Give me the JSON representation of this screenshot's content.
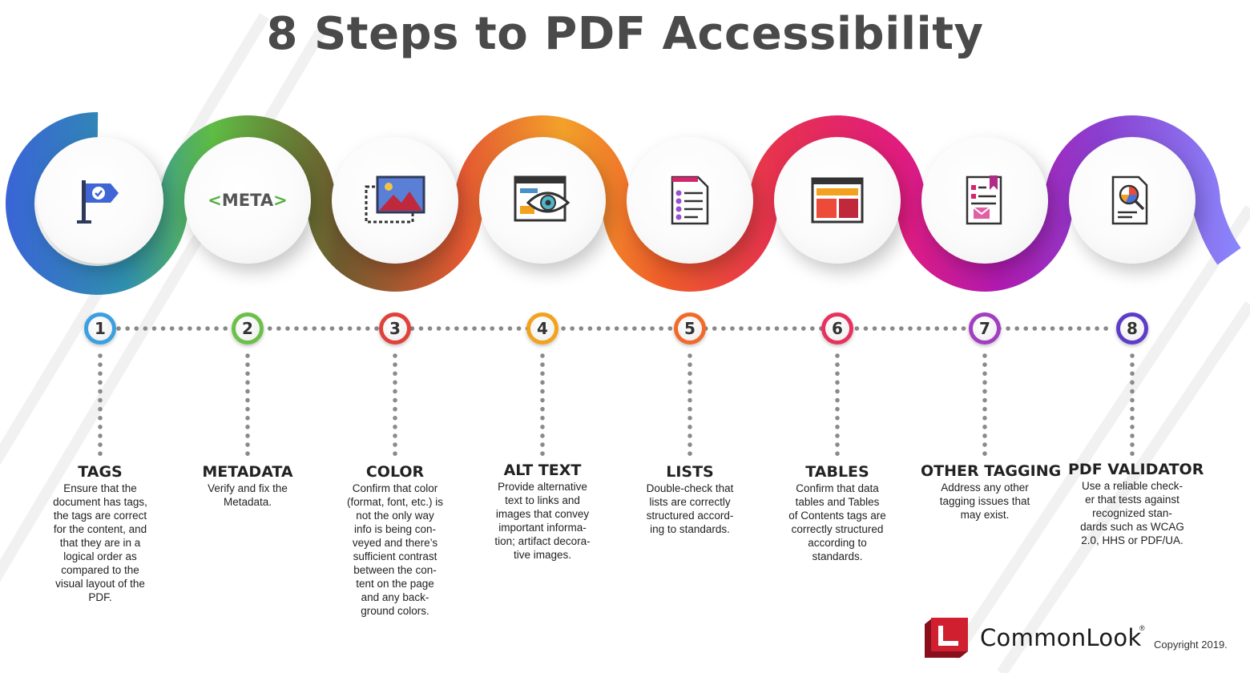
{
  "title": "8 Steps to PDF Accessibility",
  "colors": {
    "step1": "#3b9fe0",
    "step2": "#6cc04a",
    "step3": "#e0413a",
    "step4": "#f2a21d",
    "step5": "#f26a2a",
    "step6": "#e8325e",
    "step7": "#a23ec1",
    "step8": "#5d3cc9",
    "title_text": "#4a4a4a",
    "brand_red": "#d0202f"
  },
  "steps": [
    {
      "number": "1",
      "title": "TAGS",
      "icon": "flag-check-icon",
      "description": "Ensure that the\ndocument has tags,\nthe tags are correct\nfor the content, and\nthat they are in a\nlogical order as\ncompared to the\nvisual layout of the\nPDF."
    },
    {
      "number": "2",
      "title": "METADATA",
      "icon": "meta-tag-icon",
      "icon_label": "META",
      "description": "Verify and fix the\nMetadata."
    },
    {
      "number": "3",
      "title": "COLOR",
      "icon": "image-icon",
      "description": "Confirm that color\n(format, font, etc.) is\nnot the only way\ninfo is being con-\nveyed and there’s\nsufficient contrast\nbetween the con-\ntent on the page\nand any back-\nground colors."
    },
    {
      "number": "4",
      "title": "ALT TEXT",
      "icon": "eye-browser-icon",
      "description": "Provide alternative\ntext to links and\nimages that convey\nimportant informa-\ntion; artifact decora-\ntive images."
    },
    {
      "number": "5",
      "title": "LISTS",
      "icon": "checklist-icon",
      "description": "Double-check that\nlists are correctly\nstructured accord-\ning to standards."
    },
    {
      "number": "6",
      "title": "TABLES",
      "icon": "table-icon",
      "description": "Confirm that data\ntables and Tables\nof Contents tags are\ncorrectly structured\naccording to\nstandards."
    },
    {
      "number": "7",
      "title": "OTHER TAGGING",
      "icon": "bookmark-document-icon",
      "description": "Address any other\ntagging issues that\nmay exist."
    },
    {
      "number": "8",
      "title": "PDF VALIDATOR",
      "icon": "document-search-icon",
      "description": "Use a reliable check-\ner that tests against\nrecognized stan-\ndards such as WCAG\n2.0, HHS or PDF/UA."
    }
  ],
  "footer": {
    "brand": "CommonLook",
    "registered": "®",
    "copyright": "Copyright 2019."
  }
}
